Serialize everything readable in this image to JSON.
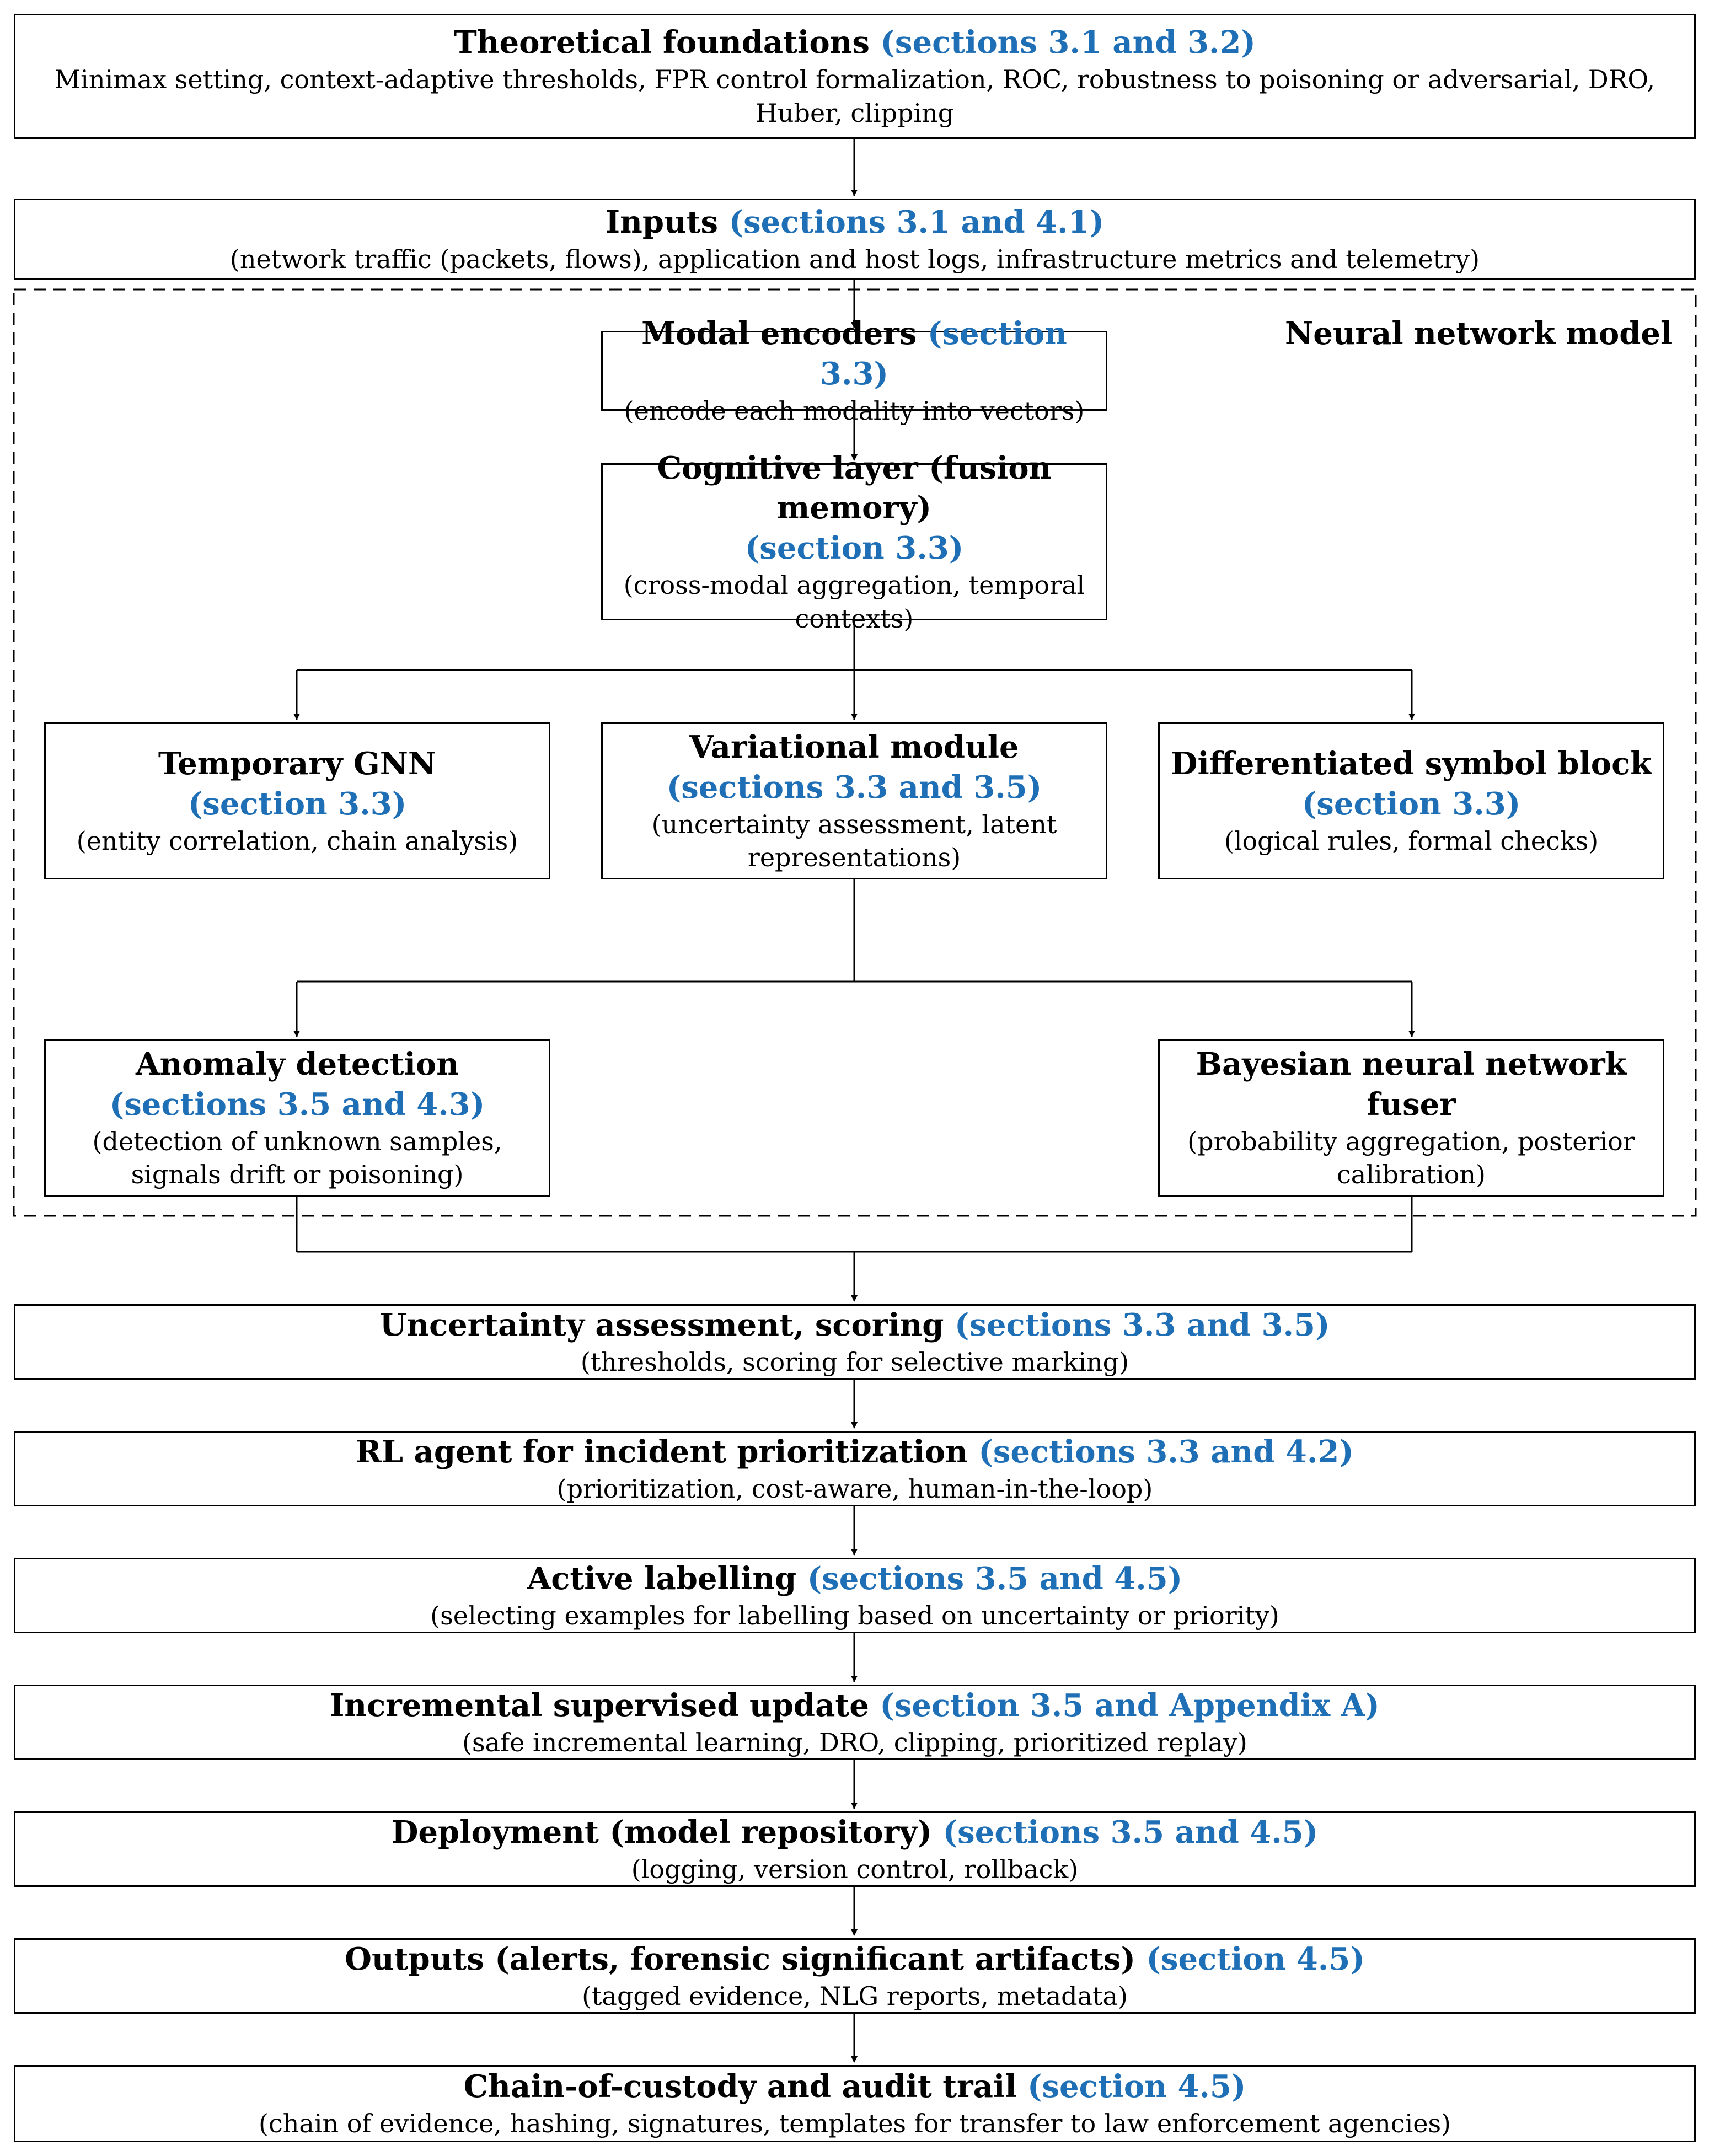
{
  "region_label": "Neural network model",
  "nodes": {
    "theoretical": {
      "title": "Theoretical foundations",
      "ref": "(sections 3.1 and 3.2)",
      "desc": "Minimax setting, context-adaptive thresholds, FPR control formalization, ROC, robustness to poisoning or adversarial, DRO, Huber, clipping"
    },
    "inputs": {
      "title": "Inputs",
      "ref": "(sections 3.1 and 4.1)",
      "desc": "(network traffic (packets, flows), application and host logs, infrastructure metrics and telemetry)"
    },
    "modal_encoders": {
      "title": "Modal encoders",
      "ref": "(section 3.3)",
      "desc": "(encode each modality into vectors)"
    },
    "cognitive_layer": {
      "title": "Cognitive layer (fusion memory)",
      "ref": "(section 3.3)",
      "desc": "(cross-modal aggregation, temporal contexts)"
    },
    "temporary_gnn": {
      "title": "Temporary GNN",
      "ref": "(section 3.3)",
      "desc": "(entity correlation, chain analysis)"
    },
    "variational": {
      "title": "Variational module",
      "ref": "(sections 3.3 and 3.5)",
      "desc": "(uncertainty assessment, latent representations)"
    },
    "symbol_block": {
      "title": "Differentiated symbol block",
      "ref": "(section 3.3)",
      "desc": "(logical rules, formal checks)"
    },
    "anomaly": {
      "title": "Anomaly detection",
      "ref": "(sections 3.5 and 4.3)",
      "desc": "(detection of unknown samples, signals drift or poisoning)"
    },
    "bayesian": {
      "title": "Bayesian neural network fuser",
      "ref": "",
      "desc": "(probability aggregation, posterior calibration)"
    },
    "uncertainty": {
      "title": "Uncertainty assessment, scoring",
      "ref": "(sections 3.3 and 3.5)",
      "desc": "(thresholds, scoring for selective marking)"
    },
    "rl_agent": {
      "title": "RL agent for incident prioritization",
      "ref": "(sections 3.3 and 4.2)",
      "desc": "(prioritization, cost-aware, human-in-the-loop)"
    },
    "active_labelling": {
      "title": "Active labelling",
      "ref": "(sections 3.5 and 4.5)",
      "desc": "(selecting examples for labelling based on uncertainty or priority)"
    },
    "incremental": {
      "title": "Incremental supervised update",
      "ref": "(section 3.5 and Appendix A)",
      "desc": "(safe incremental learning, DRO, clipping, prioritized replay)"
    },
    "deployment": {
      "title": "Deployment (model repository)",
      "ref": "(sections 3.5 and 4.5)",
      "desc": "(logging, version control, rollback)"
    },
    "outputs": {
      "title": "Outputs (alerts, forensic significant artifacts)",
      "ref": "(section 4.5)",
      "desc": "(tagged evidence, NLG reports, metadata)"
    },
    "custody": {
      "title": "Chain-of-custody and audit trail",
      "ref": "(section 4.5)",
      "desc": "(chain of evidence, hashing, signatures, templates for transfer to law enforcement agencies)"
    }
  }
}
